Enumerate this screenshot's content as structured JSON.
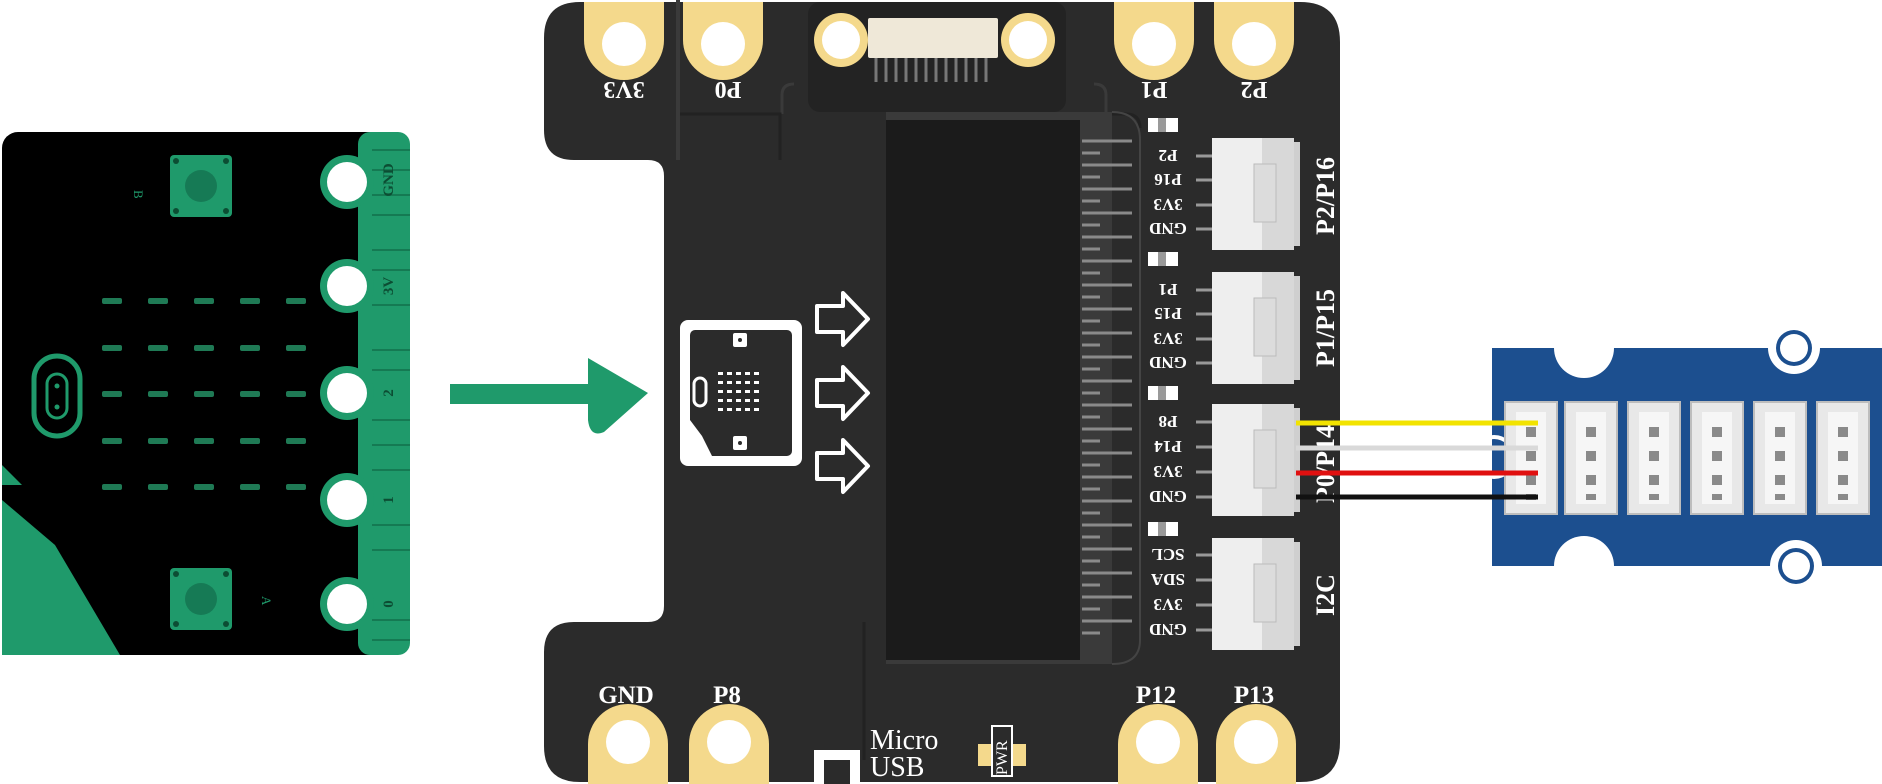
{
  "colors": {
    "pcb_dark": "#2b2b2b",
    "pcb_mid": "#1e1e1e",
    "gold_pad": "#f4d98c",
    "microbit_black": "#000000",
    "microbit_green": "#1f9a6b",
    "arrow_green": "#1f9a6b",
    "grove_blue": "#1c4f8f",
    "connector_white": "#e8e8e8",
    "wire_yellow": "#f2e300",
    "wire_white": "#d9d9d9",
    "wire_red": "#e01010",
    "wire_black": "#111111"
  },
  "microbit": {
    "edge_labels": [
      "GND",
      "3V",
      "2",
      "1",
      "0"
    ],
    "button_a": "A",
    "button_b": "B"
  },
  "shield": {
    "top_left_pads": [
      "3V3",
      "P0"
    ],
    "top_right_pads": [
      "P1",
      "P2"
    ],
    "bottom_pads": [
      "GND",
      "P8",
      "P12",
      "P13"
    ],
    "micro_usb_line1": "Micro",
    "micro_usb_line2": "USB",
    "pwr_label": "PWR",
    "grove_ports": [
      {
        "name": "P2/P16",
        "pins": [
          "P2",
          "P16",
          "3V3",
          "GND"
        ]
      },
      {
        "name": "P1/P15",
        "pins": [
          "P1",
          "P15",
          "3V3",
          "GND"
        ]
      },
      {
        "name": "P0/P14",
        "pins": [
          "P8",
          "P14",
          "3V3",
          "GND"
        ]
      },
      {
        "name": "I2C",
        "pins": [
          "SCL",
          "SDA",
          "3V3",
          "GND"
        ]
      }
    ]
  },
  "icons": {
    "insert_arrow": "green-right-arrow-icon",
    "outline_arrows": "outline-right-arrow-icon"
  }
}
